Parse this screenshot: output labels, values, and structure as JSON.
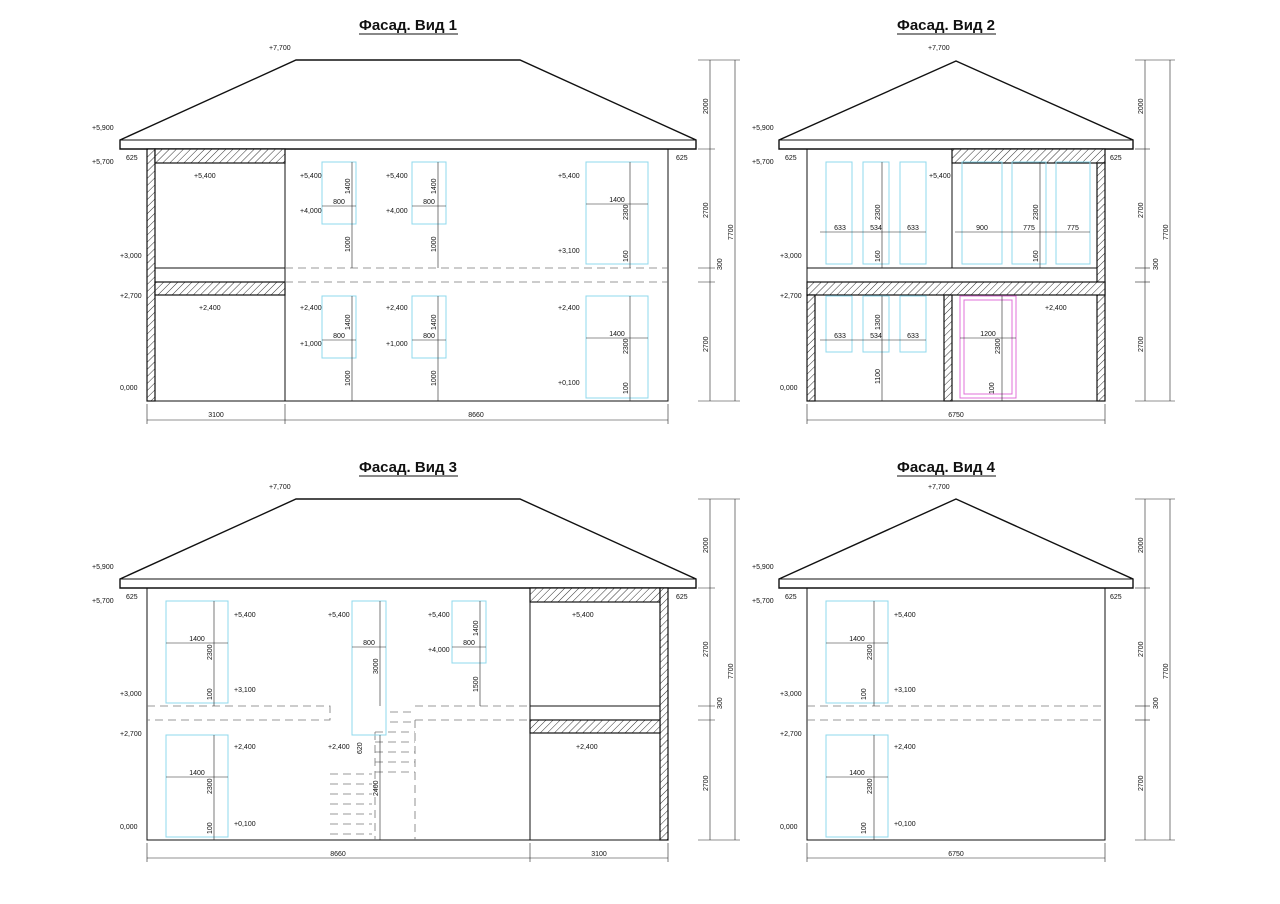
{
  "views": [
    {
      "id": "v1",
      "title": "Фасад. Вид 1"
    },
    {
      "id": "v2",
      "title": "Фасад. Вид 2"
    },
    {
      "id": "v3",
      "title": "Фасад. Вид 3"
    },
    {
      "id": "v4",
      "title": "Фасад. Вид 4"
    }
  ],
  "levels": {
    "ridge": "+7,700",
    "eave": "+5,900",
    "top_wall": "+5,700",
    "win_top_2": "+5,400",
    "sill_2": "+4,000",
    "slab_top": "+3,100",
    "floor_2": "+3,000",
    "slab_bottom": "+2,700",
    "win_top_1": "+2,400",
    "sill_1": "+1,000",
    "low_sill": "+0,100",
    "ground": "0,000"
  },
  "dims": {
    "roof_height": "2000",
    "floor_height": "2700",
    "slab": "300",
    "total_height": "7700",
    "overhang": "625",
    "width_a": "3100",
    "width_b": "8660",
    "width_c": "6750",
    "win_w_800": "800",
    "win_h_1400": "1400",
    "sill_1000": "1000",
    "win_w_1400": "1400",
    "door_h_2300": "2300",
    "d160": "160",
    "d100": "100",
    "w633": "633",
    "w534": "534",
    "w900": "900",
    "w775": "775",
    "h1300": "1300",
    "h1100": "1100",
    "w1200": "1200",
    "h3000": "3000",
    "h1500": "1500",
    "h620": "620",
    "h2400": "2400"
  }
}
